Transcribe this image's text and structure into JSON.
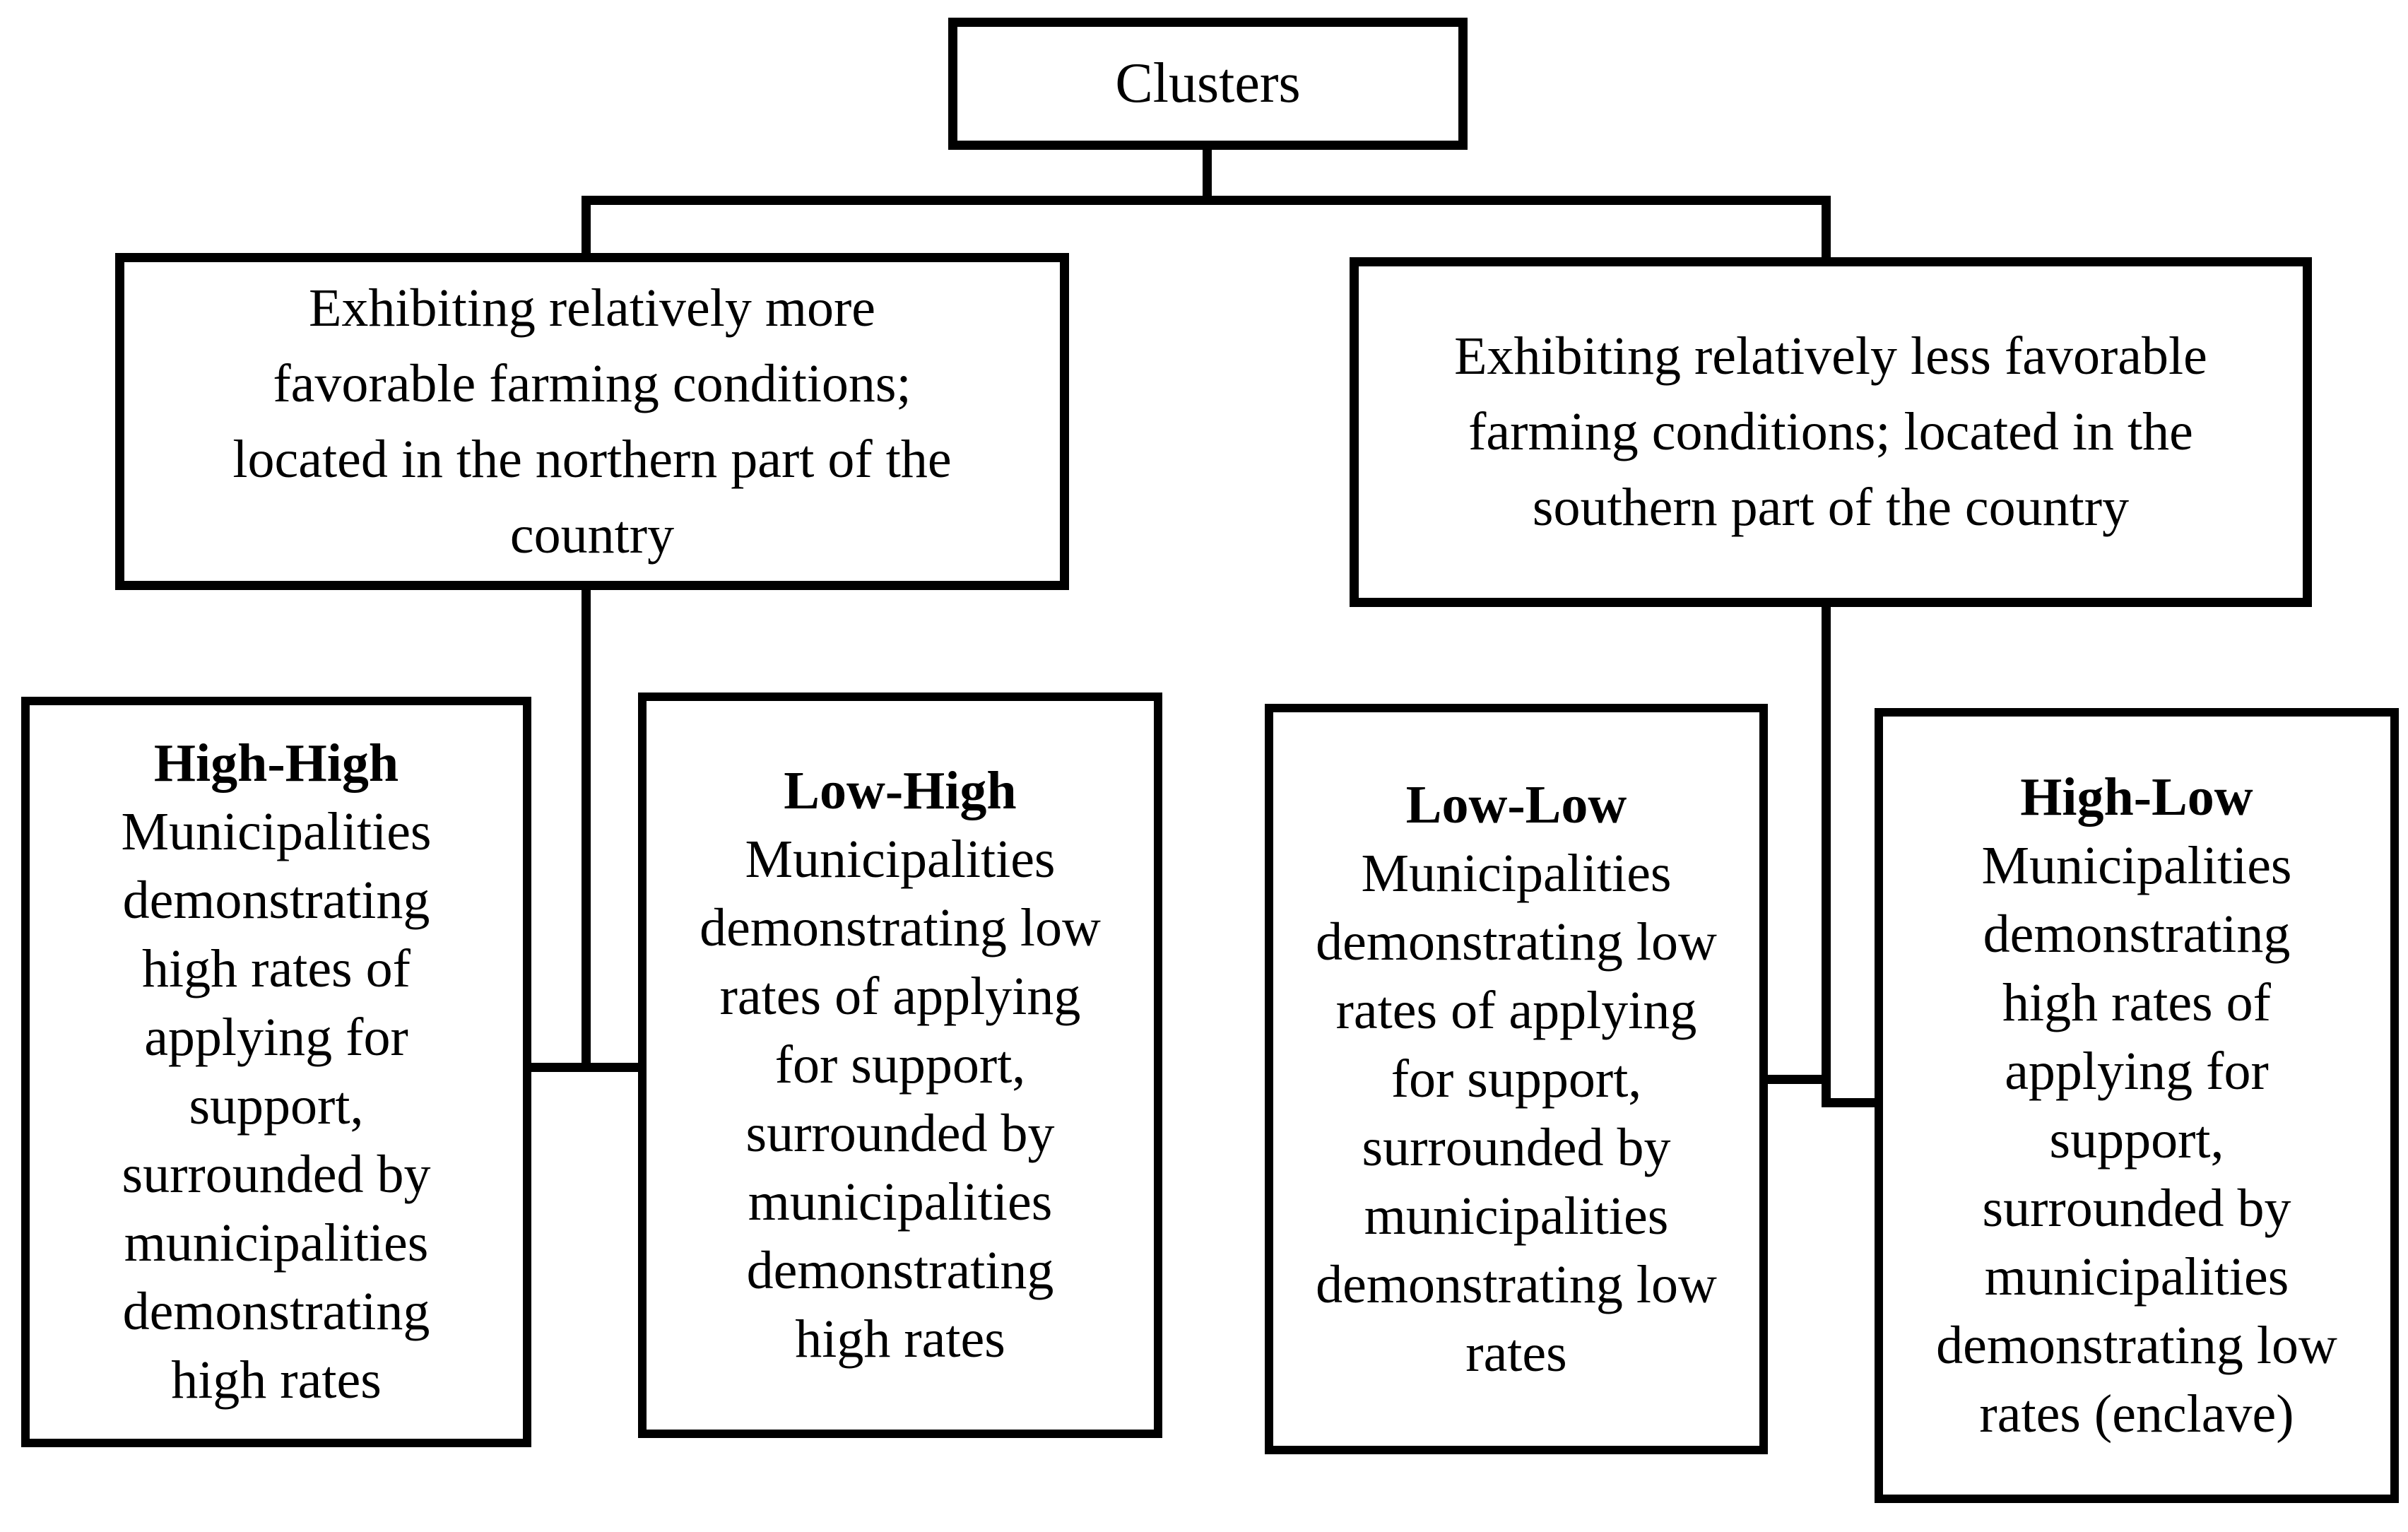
{
  "diagram": {
    "root": {
      "label": "Clusters"
    },
    "branches": [
      {
        "text": "Exhibiting relatively more favorable farming conditions; located in the northern part of the country",
        "lines": [
          "Exhibiting relatively more",
          "favorable farming conditions;",
          "located in the northern part of the",
          "country"
        ]
      },
      {
        "text": "Exhibiting relatively less favorable farming conditions; located in the southern part of the country",
        "lines": [
          "Exhibiting relatively less favorable",
          "farming conditions; located in the",
          "southern part of the country"
        ]
      }
    ],
    "leaves": [
      {
        "title": "High-High",
        "text": "Municipalities demonstrating high rates of applying for support, surrounded by municipalities demonstrating high rates",
        "lines": [
          "Municipalities",
          "demonstrating",
          "high rates of",
          "applying for",
          "support,",
          "surrounded by",
          "municipalities",
          "demonstrating",
          "high rates"
        ]
      },
      {
        "title": "Low-High",
        "text": "Municipalities demonstrating low rates of applying for support, surrounded by municipalities demonstrating high rates",
        "lines": [
          "Municipalities",
          "demonstrating low",
          "rates of applying",
          "for support,",
          "surrounded by",
          "municipalities",
          "demonstrating",
          "high rates"
        ]
      },
      {
        "title": "Low-Low",
        "text": "Municipalities demonstrating low rates of applying for support, surrounded by municipalities demonstrating low rates",
        "lines": [
          "Municipalities",
          "demonstrating low",
          "rates of applying",
          "for support,",
          "surrounded by",
          "municipalities",
          "demonstrating low",
          "rates"
        ]
      },
      {
        "title": "High-Low",
        "text": "Municipalities demonstrating high rates of applying for support, surrounded by municipalities demonstrating low rates (enclave)",
        "lines": [
          "Municipalities",
          "demonstrating",
          "high rates of",
          "applying for",
          "support,",
          "surrounded by",
          "municipalities",
          "demonstrating low",
          "rates (enclave)"
        ]
      }
    ]
  },
  "colors": {
    "line": "#000000",
    "background": "#ffffff",
    "text": "#000000"
  }
}
